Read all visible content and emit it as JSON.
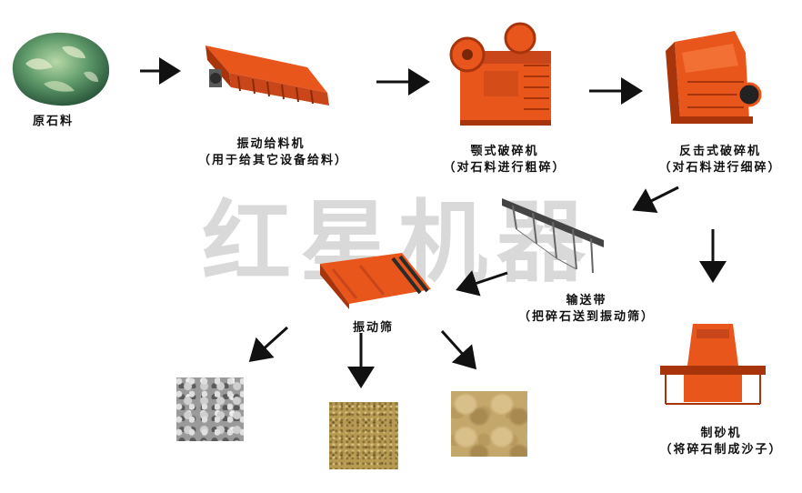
{
  "watermark": "红星机器",
  "nodes": {
    "raw_stone": {
      "label": "原石料"
    },
    "feeder": {
      "label": "振动给料机",
      "sub": "（用于给其它设备给料）"
    },
    "jaw_crusher": {
      "label": "颚式破碎机",
      "sub": "（对石料进行粗碎）"
    },
    "impact_crusher": {
      "label": "反击式破碎机",
      "sub": "（对石料进行细碎）"
    },
    "conveyor": {
      "label": "输送带",
      "sub": "（把碎石送到振动筛）"
    },
    "screen": {
      "label": "振动筛"
    },
    "sand_maker": {
      "label": "制砂机",
      "sub": "（将碎石制成沙子）"
    }
  },
  "colors": {
    "machine": "#e8561c",
    "machine_dark": "#a8340c",
    "arrow": "#111111",
    "watermark": "#d9d9d9"
  }
}
